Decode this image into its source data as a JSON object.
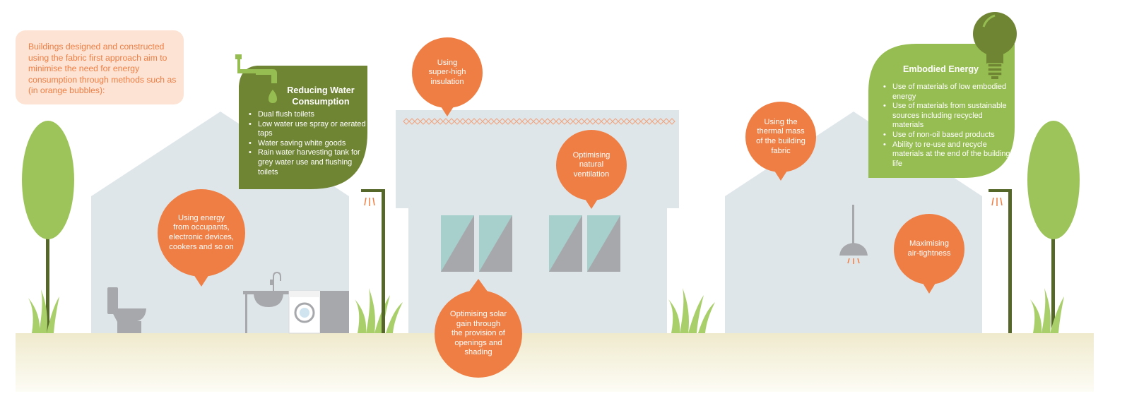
{
  "colors": {
    "orange_bubble": "#ef7e44",
    "intro_fill": "#fde3d3",
    "intro_text": "#ef7e44",
    "dark_green_leaf": "#708534",
    "light_green_leaf": "#96bd51",
    "house_fill": "#dfe6ea",
    "ground": "#f0ecd2",
    "tree_green": "#9dc45a",
    "pole_green": "#556829",
    "appliance_grey": "#a7a8ab",
    "window_teal": "#a7cfcc"
  },
  "intro_text": "Buildings designed and constructed using the fabric first approach aim to minimise the need for energy consumption through methods such as (in orange bubbles):",
  "water": {
    "title": "Reducing Water\nConsumption",
    "items": [
      "Dual flush toilets",
      "Low water use spray or aerated taps",
      "Water saving white goods",
      "Rain water harvesting tank for grey water use and flushing toilets"
    ]
  },
  "embodied": {
    "title": "Embodied Energy",
    "items": [
      "Use of materials of low embodied energy",
      "Use of materials from sustainable sources including recycled materials",
      "Use of non-oil based products",
      "Ability to re-use and recycle materials at the end of the building life"
    ]
  },
  "bubbles": {
    "insulation": "Using\nsuper-high\ninsulation",
    "occupants": "Using energy\nfrom occupants,\nelectronic devices,\ncookers and so on",
    "ventilation": "Optimising\nnatural\nventilation",
    "solar": "Optimising solar\ngain through\nthe provision of\nopenings and\nshading",
    "thermal_mass": "Using the\nthermal mass\nof the building\nfabric",
    "airtightness": "Maximising\nair-tightness"
  },
  "icons": [
    "tree-icon",
    "grass-icon",
    "toilet-icon",
    "sink-icon",
    "washing-machine-icon",
    "tap-icon",
    "water-drop-icon",
    "street-lamp-icon",
    "window-icon",
    "ceiling-lamp-icon",
    "light-bulb-icon"
  ]
}
